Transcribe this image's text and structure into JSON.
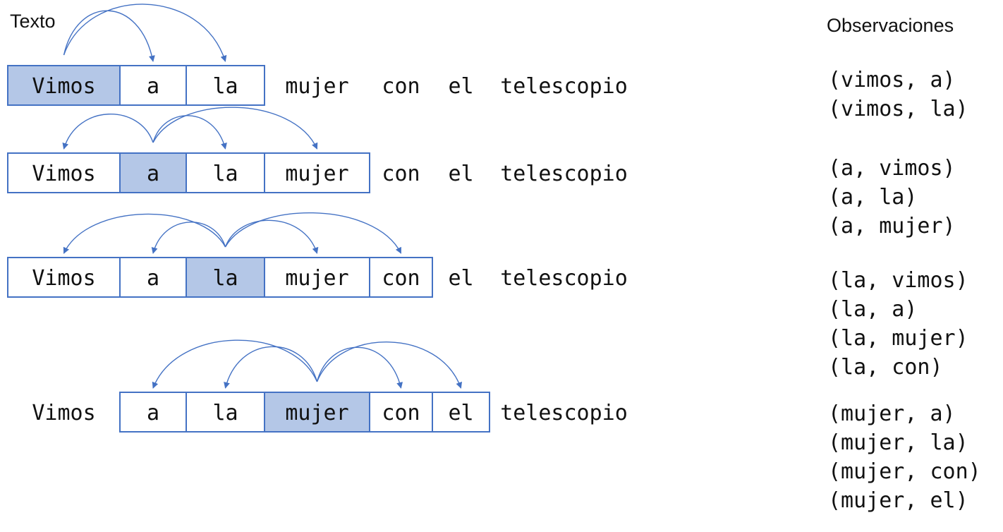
{
  "headings": {
    "text": "Texto",
    "observations": "Observaciones"
  },
  "sentence": [
    "Vimos",
    "a",
    "la",
    "mujer",
    "con",
    "el",
    "telescopio"
  ],
  "colors": {
    "box_stroke": "#4472c4",
    "highlight_fill": "#b4c7e7",
    "arc_stroke": "#4472c4",
    "text": "#111111"
  },
  "windows": [
    {
      "center": 0,
      "window": [
        0,
        2
      ],
      "observations": [
        "(vimos, a)",
        "(vimos, la)"
      ]
    },
    {
      "center": 1,
      "window": [
        0,
        3
      ],
      "observations": [
        "(a, vimos)",
        "(a, la)",
        "(a, mujer)"
      ]
    },
    {
      "center": 2,
      "window": [
        0,
        4
      ],
      "observations": [
        "(la, vimos)",
        "(la, a)",
        "(la, mujer)",
        "(la, con)"
      ]
    },
    {
      "center": 3,
      "window": [
        1,
        5
      ],
      "observations": [
        "(mujer, a)",
        "(mujer, la)",
        "(mujer, con)",
        "(mujer, el)"
      ]
    }
  ]
}
